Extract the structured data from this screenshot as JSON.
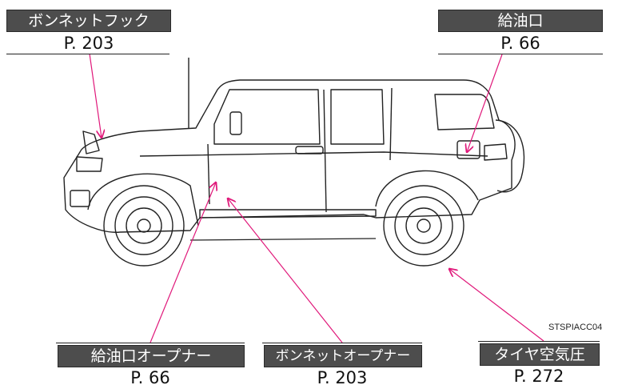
{
  "callouts": {
    "hood_hook": {
      "label": "ボンネットフック",
      "page": "P. 203"
    },
    "fuel_door": {
      "label": "給油口",
      "page": "P. 66"
    },
    "fuel_opener": {
      "label": "給油口オープナー",
      "page": "P. 66"
    },
    "hood_opener": {
      "label": "ボンネットオープナー",
      "page": "P. 203"
    },
    "tire": {
      "label": "タイヤ空気圧",
      "page": "P. 272"
    }
  },
  "image_code": "STSPIACC04",
  "colors": {
    "label_bg": "#4d4d4d",
    "leader": "#e0187a",
    "line_art": "#222222"
  }
}
